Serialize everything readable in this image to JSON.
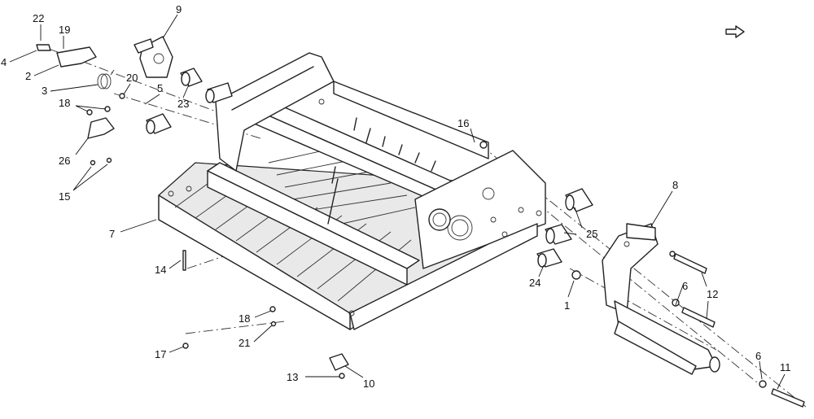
{
  "callouts": [
    {
      "id": "c22",
      "label": "22"
    },
    {
      "id": "c19",
      "label": "19"
    },
    {
      "id": "c4",
      "label": "4"
    },
    {
      "id": "c2",
      "label": "2"
    },
    {
      "id": "c3",
      "label": "3"
    },
    {
      "id": "c20",
      "label": "20"
    },
    {
      "id": "c5",
      "label": "5"
    },
    {
      "id": "c18a",
      "label": "18"
    },
    {
      "id": "c26",
      "label": "26"
    },
    {
      "id": "c15",
      "label": "15"
    },
    {
      "id": "c9",
      "label": "9"
    },
    {
      "id": "c23",
      "label": "23"
    },
    {
      "id": "c16",
      "label": "16"
    },
    {
      "id": "c7",
      "label": "7"
    },
    {
      "id": "c14",
      "label": "14"
    },
    {
      "id": "c8",
      "label": "8"
    },
    {
      "id": "c25",
      "label": "25"
    },
    {
      "id": "c24",
      "label": "24"
    },
    {
      "id": "c1",
      "label": "1"
    },
    {
      "id": "c6a",
      "label": "6"
    },
    {
      "id": "c12",
      "label": "12"
    },
    {
      "id": "c18b",
      "label": "18"
    },
    {
      "id": "c21",
      "label": "21"
    },
    {
      "id": "c17",
      "label": "17"
    },
    {
      "id": "c13",
      "label": "13"
    },
    {
      "id": "c10",
      "label": "10"
    },
    {
      "id": "c6b",
      "label": "6"
    },
    {
      "id": "c11",
      "label": "11"
    }
  ]
}
